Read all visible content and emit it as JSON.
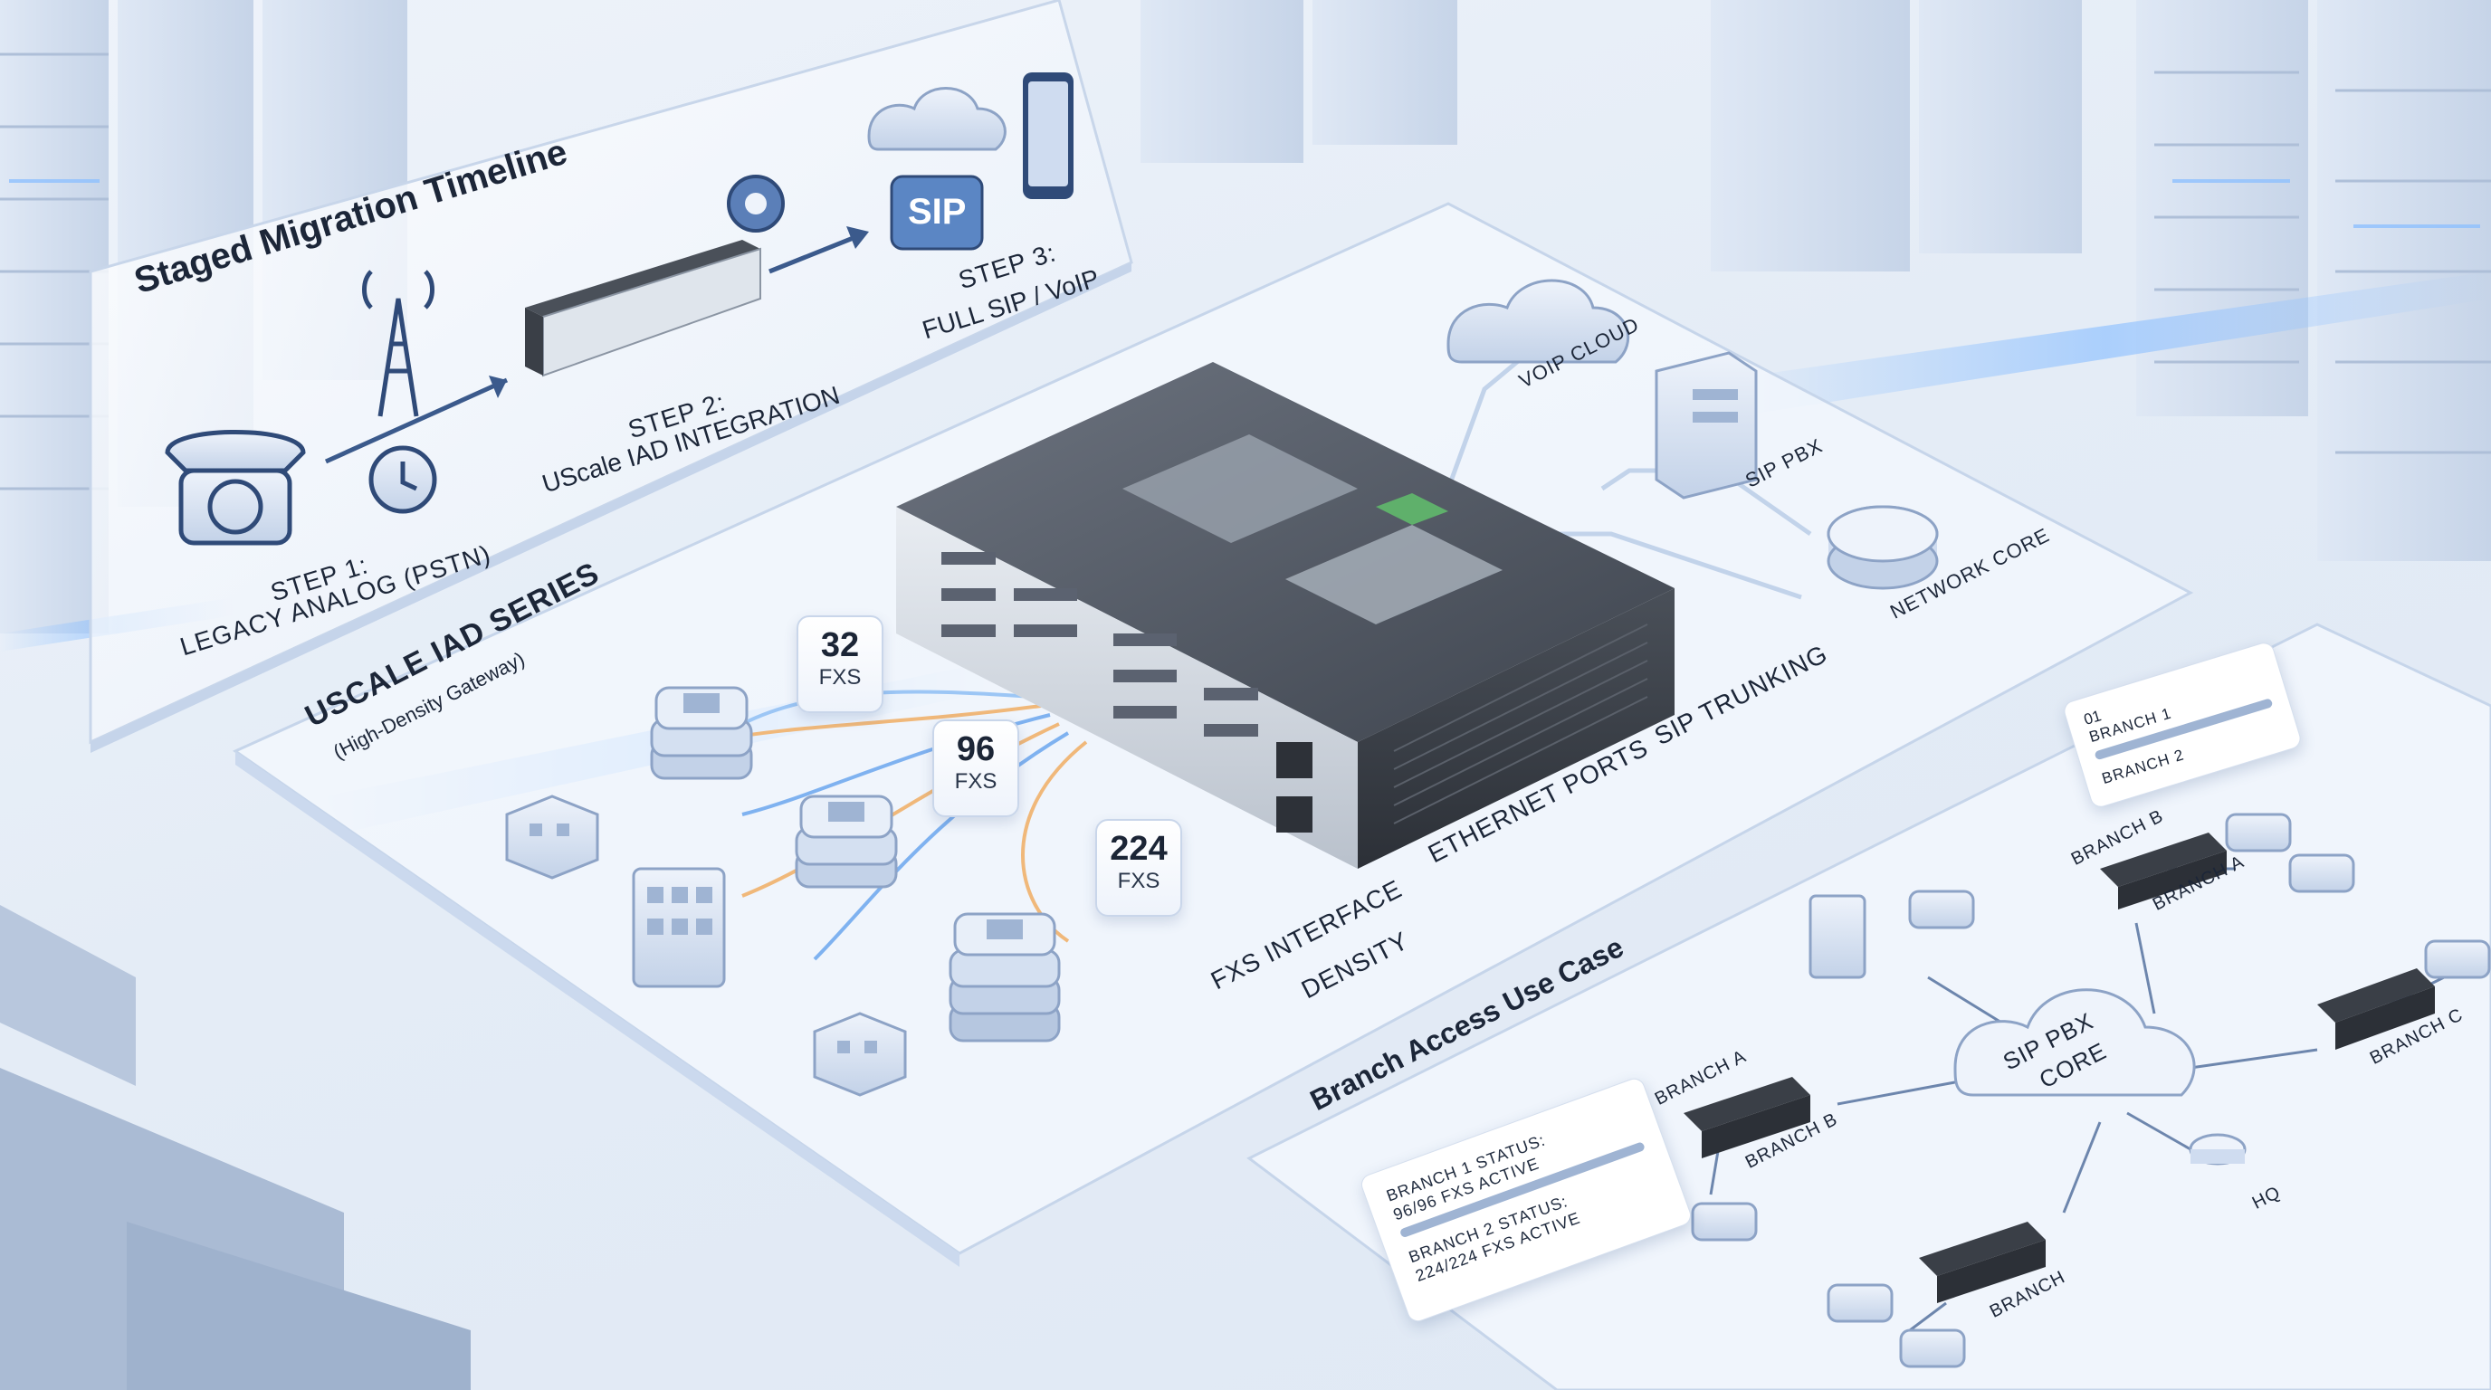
{
  "timeline": {
    "title": "Staged Migration Timeline",
    "step1_a": "STEP 1:",
    "step1_b": "LEGACY ANALOG (PSTN)",
    "step2_a": "STEP 2:",
    "step2_b": "UScale IAD INTEGRATION",
    "step3_a": "STEP 3:",
    "step3_b": "FULL SIP / VoIP",
    "sip_box": "SIP"
  },
  "product": {
    "title": "UScale IAD SERIES",
    "subtitle": "(High-Density Gateway)"
  },
  "badges": [
    {
      "number": "32",
      "unit": "FXS"
    },
    {
      "number": "96",
      "unit": "FXS"
    },
    {
      "number": "224",
      "unit": "FXS"
    }
  ],
  "feature_labels": {
    "fxs_a": "FXS INTERFACE",
    "fxs_b": "DENSITY",
    "ethernet": "ETHERNET PORTS",
    "trunking": "SIP TRUNKING"
  },
  "network": {
    "voip_cloud": "VOIP CLOUD",
    "sip_pbx": "SIP PBX",
    "network_core": "NETWORK CORE"
  },
  "branch_panel": {
    "title": "Branch Access Use Case",
    "status1_a": "BRANCH 1 STATUS:",
    "status1_b": "96/96 FXS ACTIVE",
    "status2_a": "BRANCH 2 STATUS:",
    "status2_b": "224/224 FXS ACTIVE",
    "core_a": "SIP PBX",
    "core_b": "CORE",
    "branch_a_left": "BRANCH A",
    "branch_b_left": "BRANCH B",
    "branch_b_top": "BRANCH B",
    "branch_a_top": "BRANCH A",
    "branch_c": "BRANCH C",
    "hq": "HQ",
    "branch_bottom": "BRANCH"
  },
  "mini_card": {
    "index": "01",
    "row1": "BRANCH 1",
    "row2": "BRANCH 2"
  },
  "colors": {
    "accent": "#5b8fd6",
    "glow": "#7fb2f0",
    "warm_cable": "#f0b87a",
    "panel": "#f7faff",
    "device_dark": "#3c4048"
  }
}
